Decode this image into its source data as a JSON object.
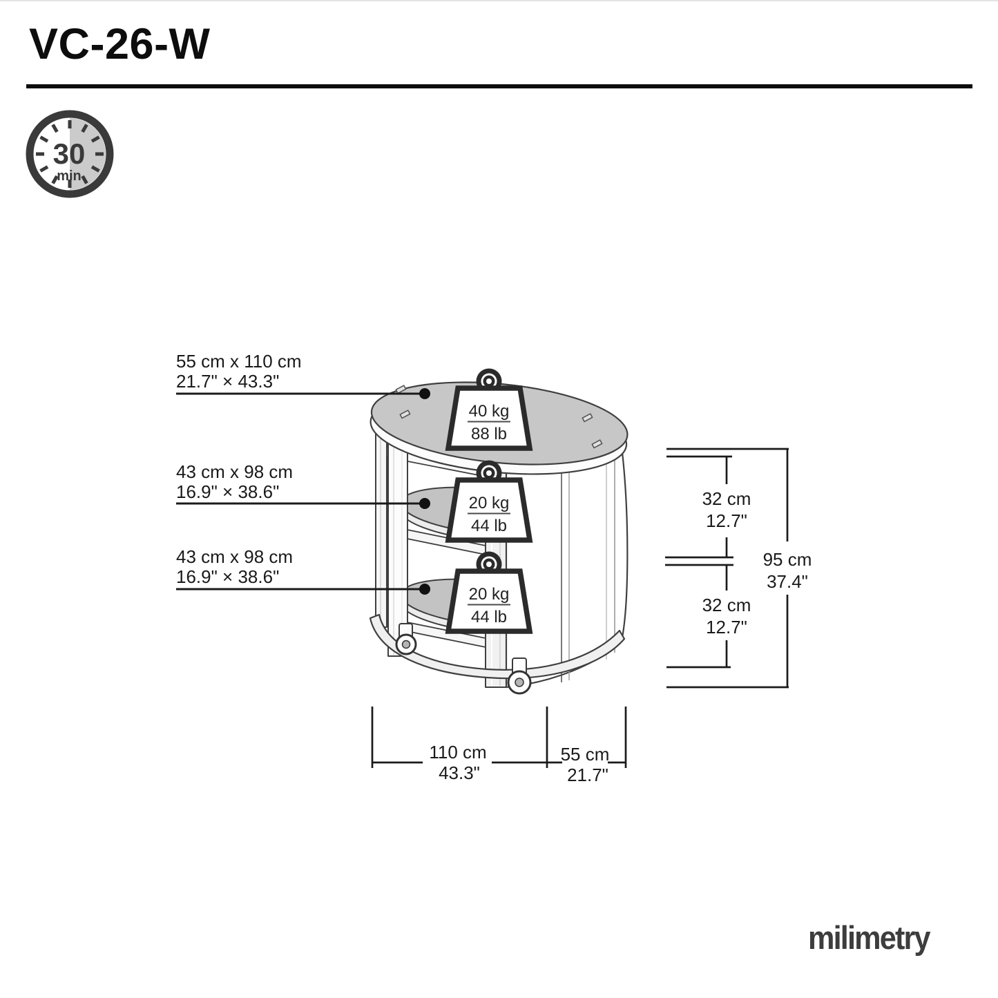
{
  "title": "VC-26-W",
  "brand": "milimetry",
  "assembly_time": {
    "value": "30",
    "unit": "min"
  },
  "diagram": {
    "shelf_labels": [
      {
        "size_metric": "55 cm x 110 cm",
        "size_imperial": "21.7\" × 43.3\""
      },
      {
        "size_metric": "43 cm x 98 cm",
        "size_imperial": "16.9\" × 38.6\""
      },
      {
        "size_metric": "43 cm x 98 cm",
        "size_imperial": "16.9\" × 38.6\""
      }
    ],
    "load_capacities": [
      {
        "kg": "40 kg",
        "lb": "88 lb"
      },
      {
        "kg": "20 kg",
        "lb": "44 lb"
      },
      {
        "kg": "20 kg",
        "lb": "44 lb"
      }
    ],
    "height_dims": {
      "upper_gap": {
        "metric": "32 cm",
        "imperial": "12.7\""
      },
      "lower_gap": {
        "metric": "32 cm",
        "imperial": "12.7\""
      },
      "total": {
        "metric": "95 cm",
        "imperial": "37.4\""
      }
    },
    "width_dims": {
      "length": {
        "metric": "110 cm",
        "imperial": "43.3\""
      },
      "depth": {
        "metric": "55 cm",
        "imperial": "21.7\""
      }
    },
    "icons": [
      "clock-30min-icon",
      "weight-40kg-icon",
      "weight-20kg-icon",
      "weight-20kg-icon"
    ]
  },
  "colors": {
    "line": "#1a1a1a",
    "outline": "#3f3f3f",
    "surface_gray": "#c7c7c7",
    "icon_dark": "#2b2b2b",
    "logo_gray": "#3d3d3d",
    "rule_black": "#0d0d0d"
  }
}
